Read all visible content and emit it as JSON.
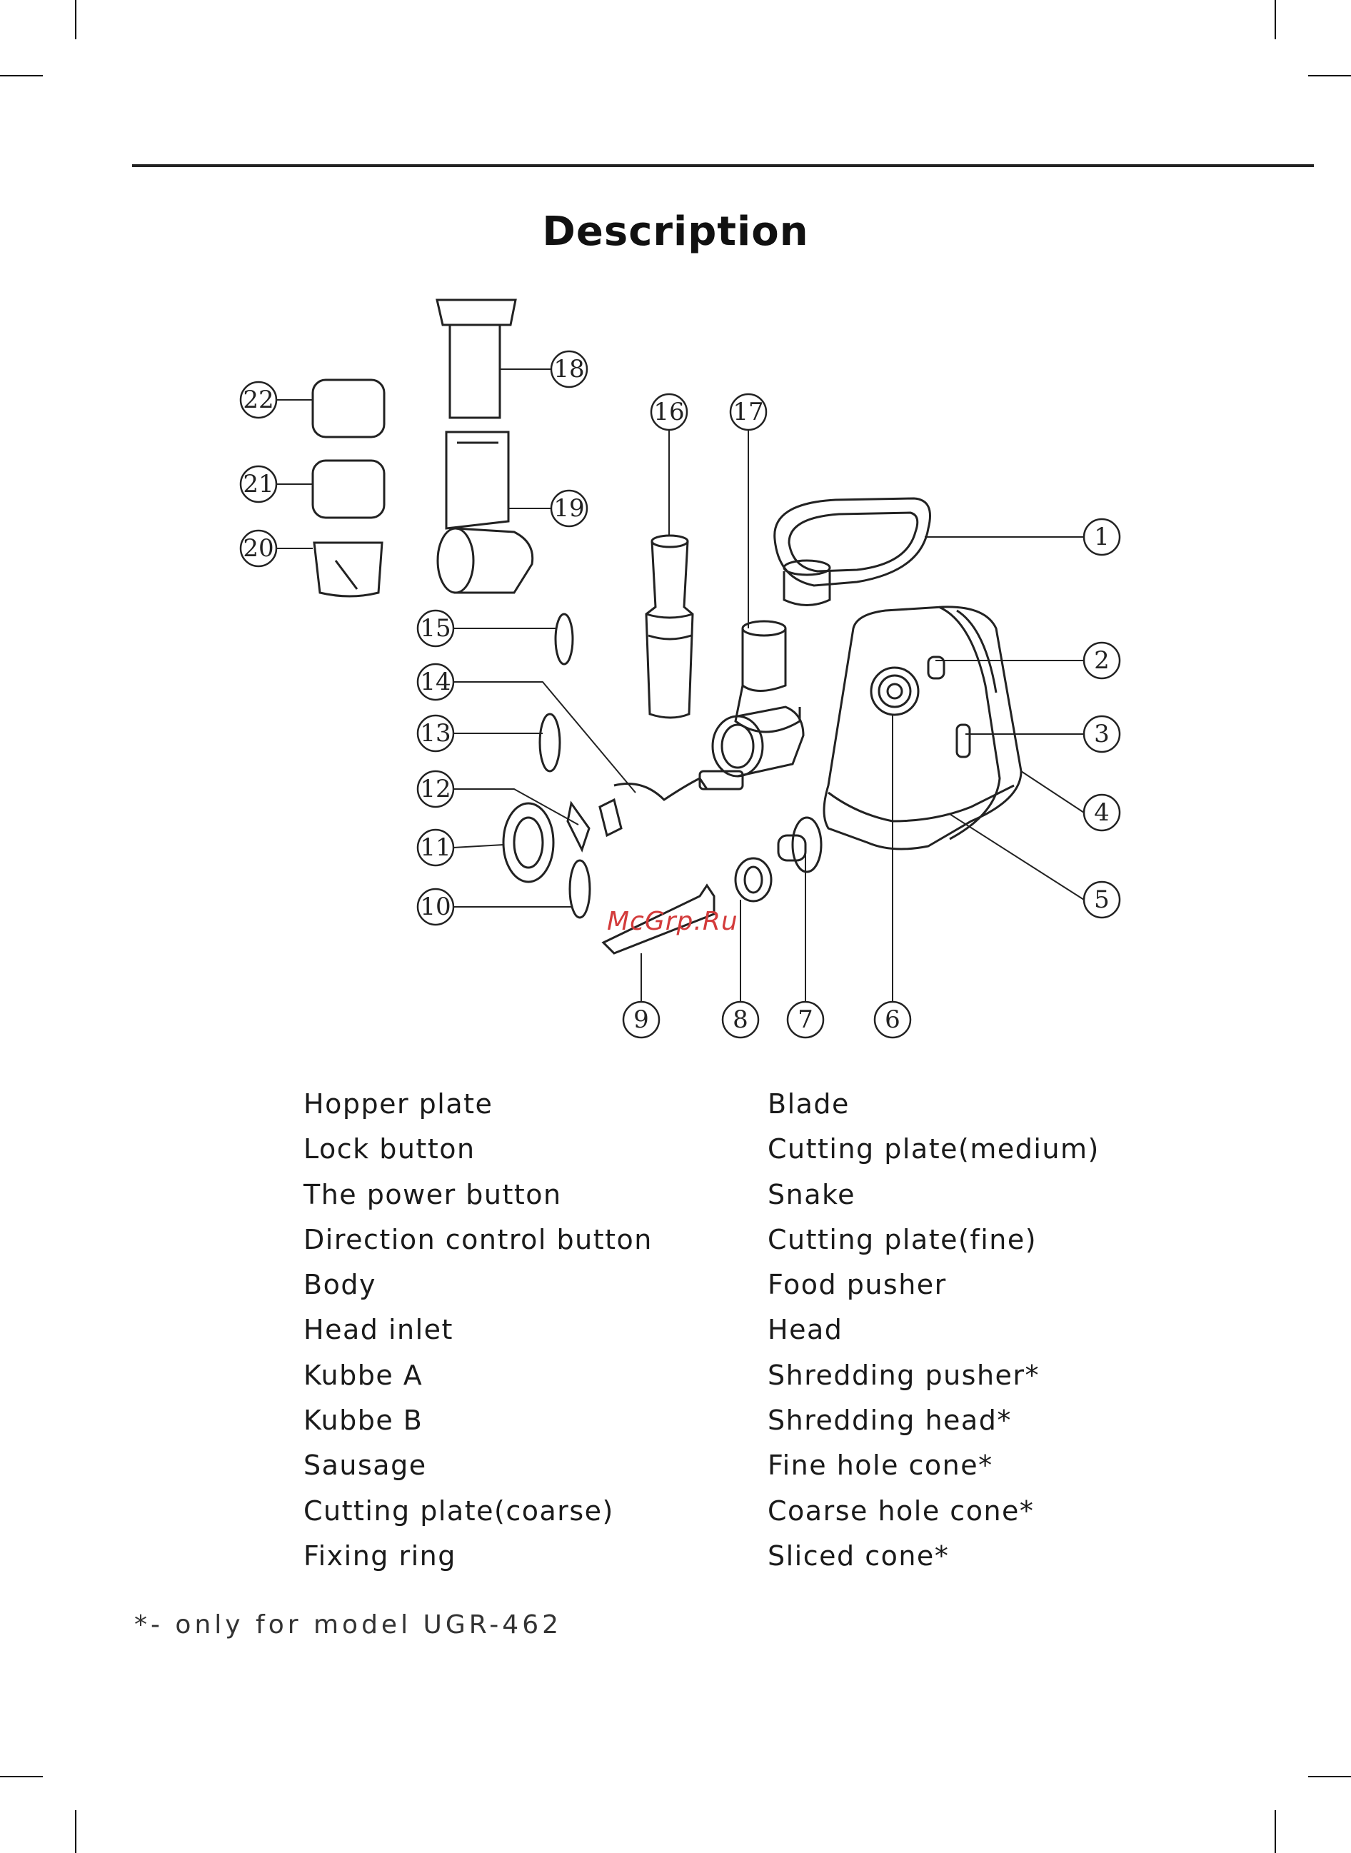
{
  "page": {
    "title": "Description",
    "watermark": "McGrp.Ru",
    "footnote": "*- only for model UGR-462"
  },
  "diagram": {
    "callouts": [
      "1",
      "2",
      "3",
      "4",
      "5",
      "6",
      "7",
      "8",
      "9",
      "10",
      "11",
      "12",
      "13",
      "14",
      "15",
      "16",
      "17",
      "18",
      "19",
      "20",
      "21",
      "22"
    ]
  },
  "legend": {
    "left": [
      "Hopper plate",
      "Lock button",
      "The power button",
      "Direction control button",
      "Body",
      "Head inlet",
      "Kubbe A",
      "Kubbe B",
      "Sausage",
      "Cutting plate(coarse)",
      "Fixing ring"
    ],
    "right": [
      "Blade",
      "Cutting plate(medium)",
      "Snake",
      "Cutting plate(fine)",
      "Food pusher",
      "Head",
      "Shredding pusher*",
      "Shredding head*",
      "Fine hole cone*",
      "Coarse hole cone*",
      "Sliced cone*"
    ]
  },
  "colors": {
    "text": "#1a1a1a",
    "line": "#222222",
    "watermark": "#d33b3b"
  }
}
